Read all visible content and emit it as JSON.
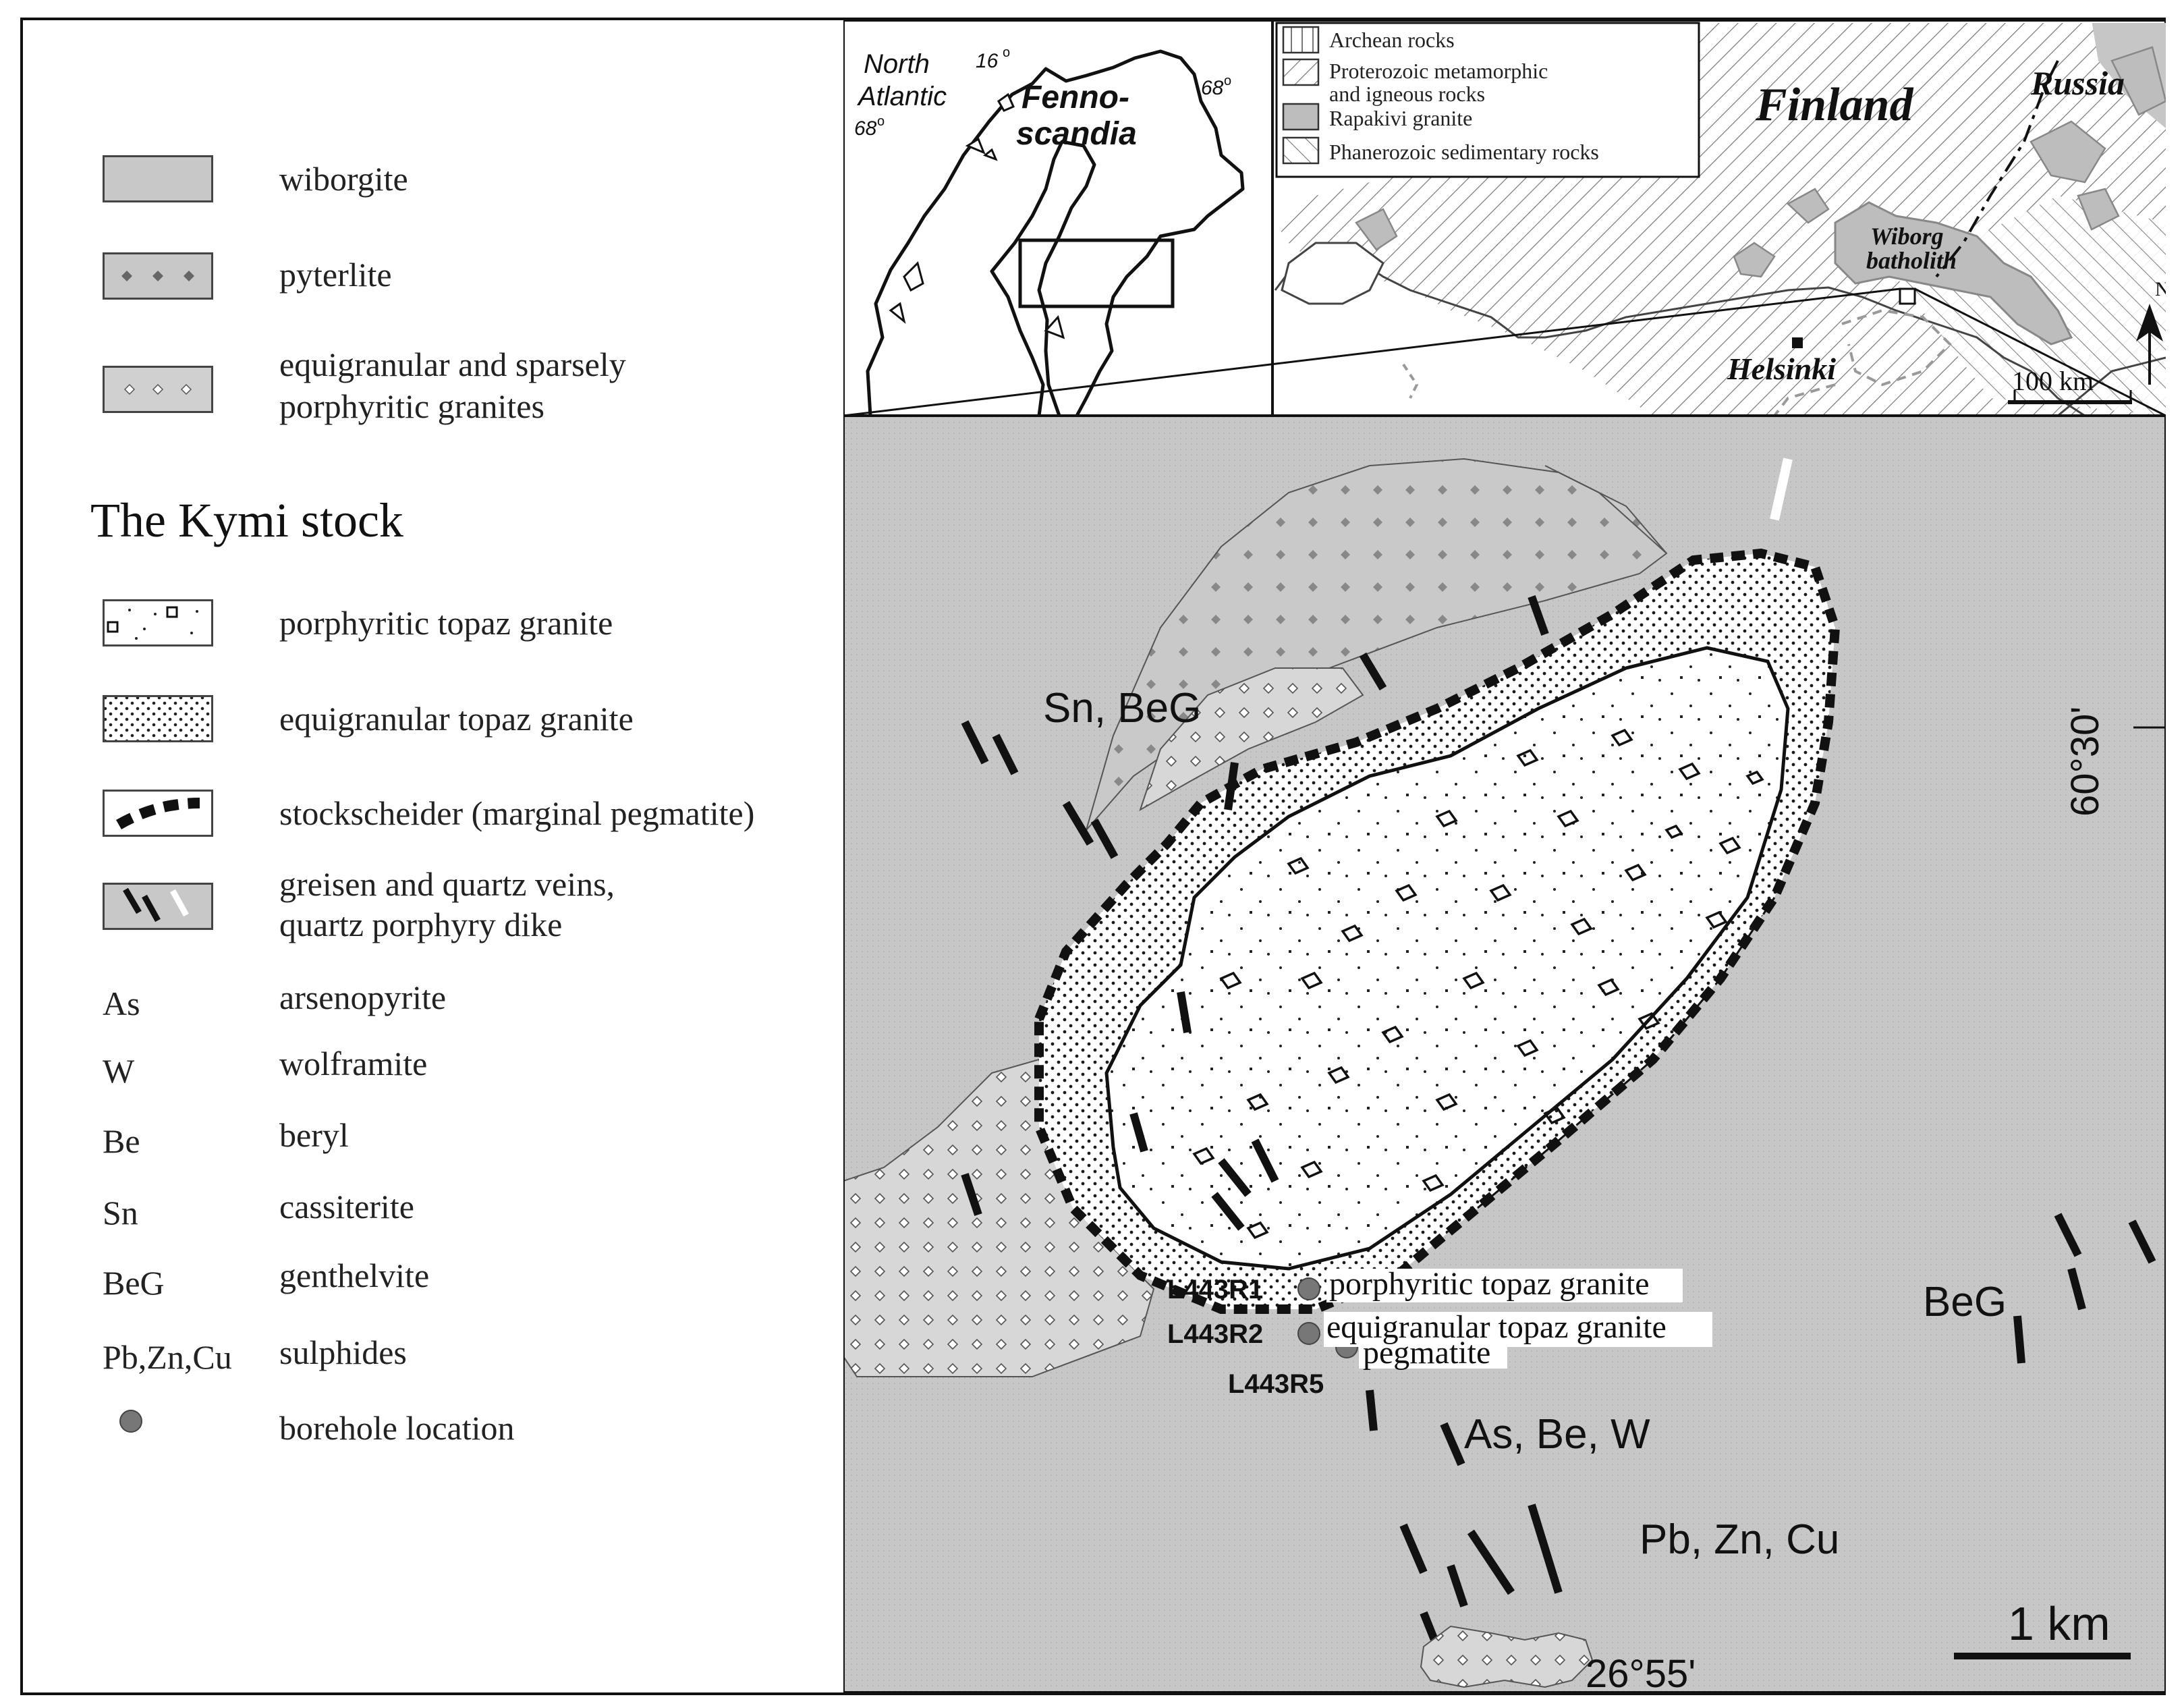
{
  "legend": {
    "items": [
      {
        "label": "wiborgite"
      },
      {
        "label": "pyterlite"
      },
      {
        "label": "equigranular and sparsely",
        "label2": "porphyritic granites"
      }
    ],
    "heading": "The Kymi stock",
    "kymi_items": [
      {
        "label": "porphyritic topaz granite"
      },
      {
        "label": "equigranular topaz granite"
      },
      {
        "label": "stockscheider (marginal pegmatite)"
      },
      {
        "label": "greisen and quartz veins,",
        "label2": "quartz porphyry dike"
      }
    ],
    "minerals": [
      {
        "abbr": "As",
        "name": "arsenopyrite"
      },
      {
        "abbr": "W",
        "name": "wolframite"
      },
      {
        "abbr": "Be",
        "name": "beryl"
      },
      {
        "abbr": "Sn",
        "name": "cassiterite"
      },
      {
        "abbr": "BeG",
        "name": "genthelvite"
      },
      {
        "abbr": "Pb,Zn,Cu",
        "name": "sulphides"
      }
    ],
    "borehole": "borehole location"
  },
  "inset_fennoscandia": {
    "ocean_label_1": "North",
    "ocean_label_2": "Atlantic",
    "lon_16": "16",
    "lat_68_left": "68",
    "lat_68_right": "68",
    "region_1": "Fenno-",
    "region_2": "scandia"
  },
  "inset_finland": {
    "legend": [
      {
        "label": "Archean rocks"
      },
      {
        "label": "Proterozoic metamorphic",
        "label2": "and igneous rocks"
      },
      {
        "label": "Rapakivi granite"
      },
      {
        "label": "Phanerozoic sedimentary rocks"
      }
    ],
    "country": "Finland",
    "neighbor": "Russia",
    "batholith_1": "Wiborg",
    "batholith_2": "batholith",
    "city": "Helsinki",
    "scale": "100 km",
    "north": "N"
  },
  "main_map": {
    "lat_label": "60°30'",
    "lon_label": "26°55'",
    "scale": "1 km",
    "mineral_labels": [
      "Sn, BeG",
      "BeG",
      "As, Be, W",
      "Pb, Zn, Cu"
    ],
    "boreholes": [
      {
        "id": "L443R1",
        "desc": "porphyritic topaz granite"
      },
      {
        "id": "L443R2",
        "desc": "equigranular topaz granite"
      },
      {
        "id": "L443R5",
        "desc": "pegmatite"
      }
    ]
  },
  "colors": {
    "wiborgite": "#c8c8c8",
    "frame": "#111111",
    "rapakivi": "#bdbdbd"
  }
}
